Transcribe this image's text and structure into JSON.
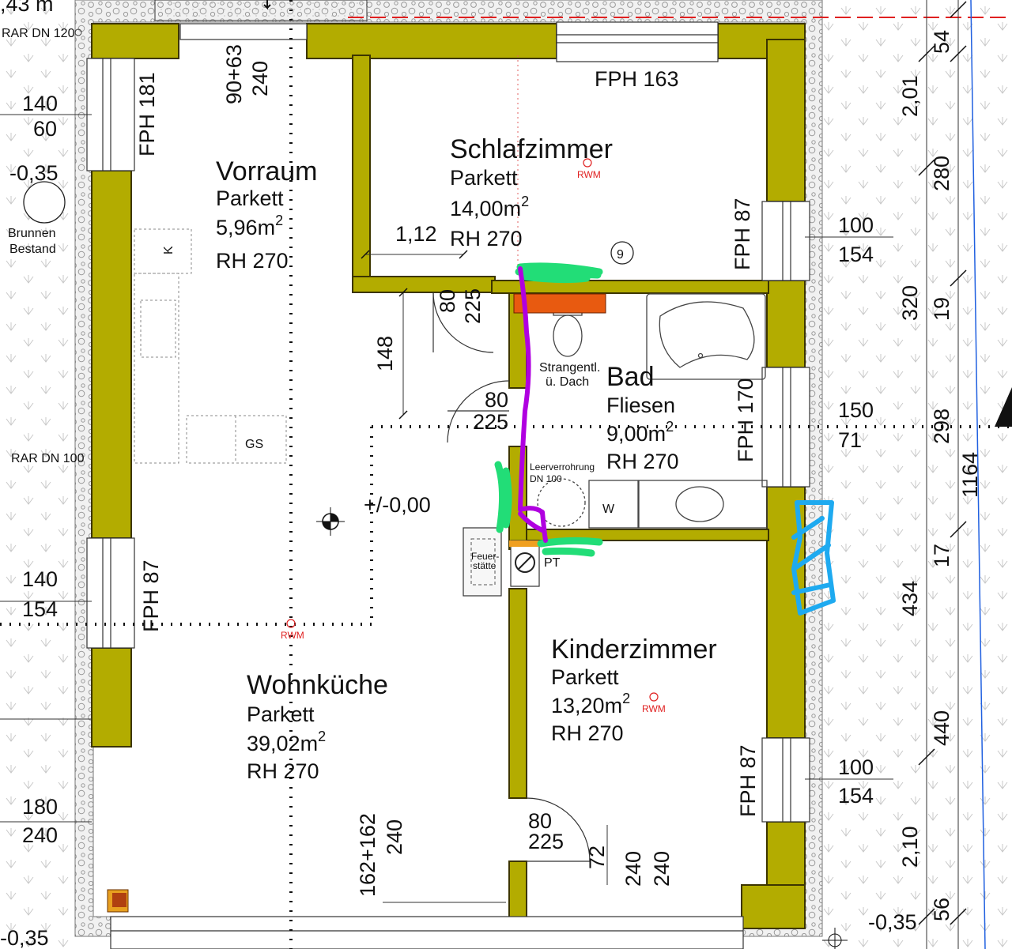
{
  "colors": {
    "wall_fill": "#b3ac00",
    "wall_stroke": "#3c3500",
    "gravel": "#d8d8d8",
    "marker_green": "#22dd77",
    "marker_purple": "#b000e0",
    "marker_blue": "#1eaaf0",
    "accent_red": "#e02020",
    "duct_orange": "#e85a10"
  },
  "rooms": {
    "vorraum": {
      "name": "Vorraum",
      "floor": "Parkett",
      "area": "5,96",
      "unit": "m",
      "exp": "2",
      "height": "RH 270"
    },
    "schlafzimmer": {
      "name": "Schlafzimmer",
      "floor": "Parkett",
      "area": "14,00",
      "unit": "m",
      "exp": "2",
      "height": "RH 270"
    },
    "bad": {
      "name": "Bad",
      "floor": "Fliesen",
      "area": "9,00",
      "unit": "m",
      "exp": "2",
      "height": "RH 270"
    },
    "wohnkueche": {
      "name": "Wohnküche",
      "floor": "Parkett",
      "area": "39,02",
      "unit": "m",
      "exp": "2",
      "height": "RH 270"
    },
    "kinderzimmer": {
      "name": "Kinderzimmer",
      "floor": "Parkett",
      "area": "13,20",
      "unit": "m",
      "exp": "2",
      "height": "RH 270"
    }
  },
  "windows": {
    "fph181": "FPH 181",
    "fph163": "FPH 163",
    "fph87_a": "FPH 87",
    "fph170": "FPH 170",
    "fph87_b": "FPH 87",
    "fph87_c": "FPH 87"
  },
  "dims": {
    "top_left": ",43 m",
    "rar120": "RAR DN 120",
    "rar100": "RAR DN 100",
    "l_140_a": "140",
    "l_60": "60",
    "l_035_a": "-0,35",
    "brunnen": "Brunnen",
    "bestand": "Bestand",
    "l_140_b": "140",
    "l_154_a": "154",
    "l_180": "180",
    "l_240_a": "240",
    "l_035_b": "-0,35",
    "d_9063": "90+63",
    "d_240_b": "240",
    "d_112": "1,12",
    "d_80_a": "80",
    "d_225_a": "225",
    "d_148": "148",
    "d_80_b": "80",
    "d_225_b": "225",
    "d_000": "+/-0,00",
    "d_162": "162+162",
    "d_240_c": "240",
    "d_80_c": "80",
    "d_225_c": "225",
    "d_72": "72",
    "d_240_d": "240",
    "d_240_e": "240",
    "r_100_a": "100",
    "r_154_a": "154",
    "r_150": "150",
    "r_71": "71",
    "r_100_b": "100",
    "r_154_b": "154",
    "r_035": "-0,35",
    "v_54": "54",
    "v_201": "2,01",
    "v_280": "280",
    "v_320": "320",
    "v_19": "19",
    "v_298": "298",
    "v_1164": "1164",
    "v_17": "17",
    "v_434": "434",
    "v_440": "440",
    "v_210": "2,10",
    "v_56": "56"
  },
  "labels": {
    "k": "K",
    "gs": "GS",
    "w": "W",
    "pt": "PT",
    "strangentl_1": "Strangentl.",
    "strangentl_2": "ü. Dach",
    "leerverrohrung_1": "Leerverrohrung",
    "leerverrohrung_2": "DN 100",
    "feuer_1": "Feuer-",
    "feuer_2": "stätte",
    "rwm": "RWM",
    "nine": "9"
  }
}
